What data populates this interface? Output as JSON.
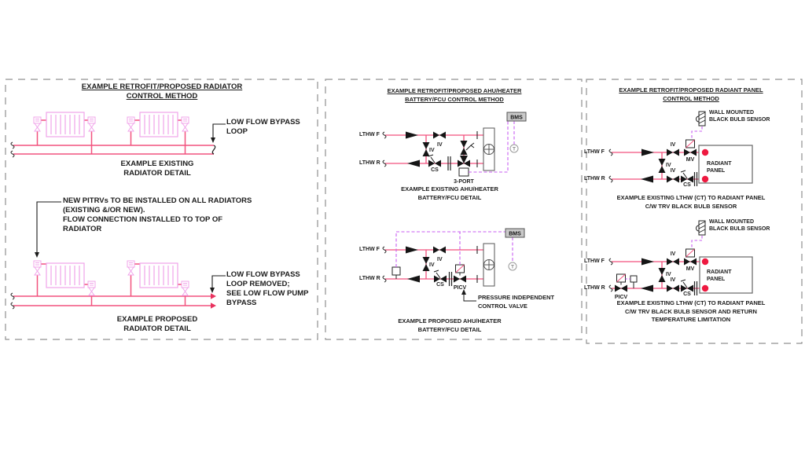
{
  "colors": {
    "pipe": "#f2527e",
    "radiator": "#f0a4ea",
    "control_line": "#c85ef2",
    "drawing_line": "#1a1a1a",
    "red_marker": "#ee1940",
    "bms_fill": "#c9c9c9",
    "panel_border": "#909090"
  },
  "radiator_panel": {
    "title": [
      "EXAMPLE RETROFIT/PROPOSED RADIATOR",
      "CONTROL METHOD"
    ],
    "bypass_callout": [
      "LOW FLOW BYPASS",
      "LOOP"
    ],
    "existing_caption": [
      "EXAMPLE EXISTING",
      "RADIATOR DETAIL"
    ],
    "pitrv_callout": [
      "NEW PITRVs TO BE INSTALLED ON ALL RADIATORS",
      "(EXISTING &/OR NEW).",
      "FLOW CONNECTION INSTALLED TO TOP OF",
      "RADIATOR"
    ],
    "removed_callout": [
      "LOW FLOW BYPASS",
      "LOOP REMOVED;",
      "SEE LOW FLOW PUMP",
      "BYPASS"
    ],
    "proposed_caption": [
      "EXAMPLE PROPOSED",
      "RADIATOR DETAIL"
    ]
  },
  "ahu_panel": {
    "title": [
      "EXAMPLE RETROFIT/PROPOSED AHU/HEATER",
      "BATTERY/FCU CONTROL METHOD"
    ],
    "existing_caption": [
      "EXAMPLE EXISTING AHU/HEATER",
      "BATTERY/FCU DETAIL"
    ],
    "proposed_caption": [
      "EXAMPLE PROPOSED AHU/HEATER",
      "BATTERY/FCU DETAIL"
    ],
    "three_port_label": "3-PORT",
    "picv_callout": [
      "PRESSURE INDEPENDENT",
      "CONTROL VALVE"
    ]
  },
  "radiant_panel_section": {
    "title": [
      "EXAMPLE RETROFIT/PROPOSED RADIANT PANEL",
      "CONTROL METHOD"
    ],
    "wall_sensor_label": [
      "WALL MOUNTED",
      "BLACK BULB SENSOR"
    ],
    "panel_label": [
      "RADIANT",
      "PANEL"
    ],
    "existing_caption": [
      "EXAMPLE EXISTING LTHW (CT) TO RADIANT PANEL",
      "C/W TRV BLACK BULB SENSOR"
    ],
    "proposed_caption": [
      "EXAMPLE EXISTING LTHW (CT) TO RADIANT PANEL",
      "C/W TRV BLACK BULB SENSOR AND RETURN",
      "TEMPERATURE LIMITATION"
    ]
  },
  "labels": {
    "lthw_f": "LTHW F",
    "lthw_r": "LTHW R",
    "iv": "IV",
    "cs": "CS",
    "mv": "MV",
    "picv": "PICV",
    "bms": "BMS",
    "t_sensor": "T"
  }
}
